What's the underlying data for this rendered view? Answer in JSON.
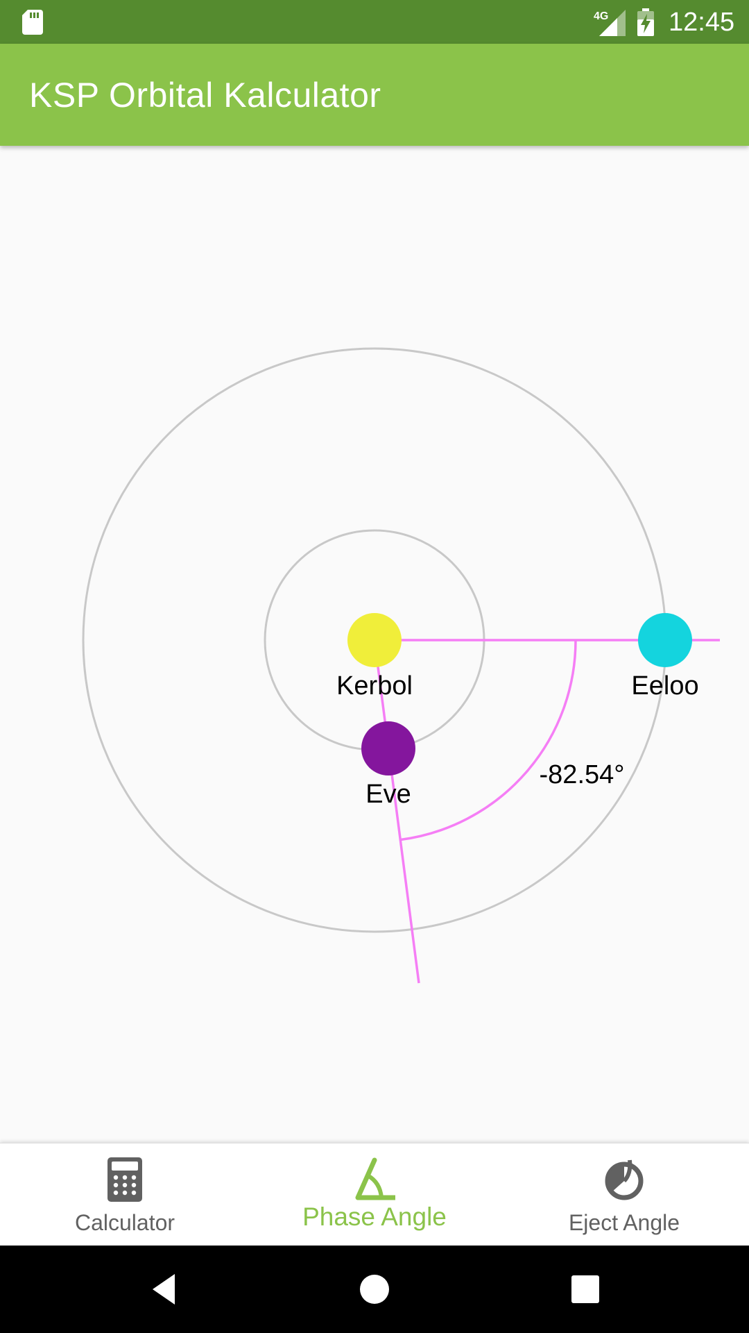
{
  "status_bar": {
    "time": "12:45",
    "network": "4G",
    "icons": [
      "sd-card-icon",
      "signal-icon",
      "battery-charging-icon"
    ]
  },
  "app_bar": {
    "title": "KSP Orbital Kalculator"
  },
  "diagram": {
    "central_body": {
      "name": "Kerbol",
      "color": "#f0ee3a"
    },
    "origin_planet": {
      "name": "Eve",
      "color": "#84169d"
    },
    "target_planet": {
      "name": "Eeloo",
      "color": "#14d4de"
    },
    "phase_angle_label": "-82.54°",
    "phase_angle_deg": -82.54,
    "orbit_color": "#c8c8c8",
    "angle_line_color": "#f57ef5"
  },
  "bottom_nav": {
    "items": [
      {
        "label": "Calculator",
        "icon": "calculator-icon",
        "active": false
      },
      {
        "label": "Phase Angle",
        "icon": "phase-angle-icon",
        "active": true
      },
      {
        "label": "Eject Angle",
        "icon": "eject-angle-icon",
        "active": false
      }
    ],
    "active_color": "#8bc34a",
    "inactive_color": "#616161"
  },
  "system_nav": {
    "buttons": [
      "back-icon",
      "home-icon",
      "recent-apps-icon"
    ]
  }
}
